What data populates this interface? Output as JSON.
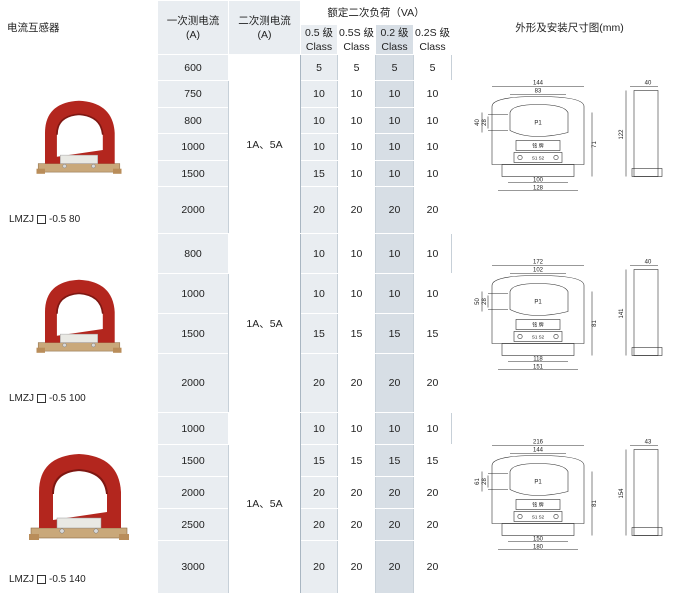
{
  "header": {
    "product_col": "电流互感器",
    "primary_line1": "一次测电流",
    "primary_line2": "(A)",
    "secondary_line1": "二次测电流",
    "secondary_line2": "(A)",
    "rated_load": "额定二次负荷（VA）",
    "classes": [
      {
        "line1": "0.5 级",
        "line2": "Class"
      },
      {
        "line1": "0.5S 级",
        "line2": "Class"
      },
      {
        "line1": "0.2 级",
        "line2": "Class"
      },
      {
        "line1": "0.2S 级",
        "line2": "Class"
      }
    ],
    "dimensions": "外形及安装尺寸图(mm)"
  },
  "products": [
    {
      "model_prefix": "LMZJ",
      "model_suffix": "-0.5  80",
      "secondary": "1A、5A",
      "rows": [
        {
          "primary": "600",
          "loads": [
            "5",
            "5",
            "5",
            "5"
          ]
        },
        {
          "primary": "750",
          "loads": [
            "10",
            "10",
            "10",
            "10"
          ]
        },
        {
          "primary": "800",
          "loads": [
            "10",
            "10",
            "10",
            "10"
          ]
        },
        {
          "primary": "1000",
          "loads": [
            "10",
            "10",
            "10",
            "10"
          ]
        },
        {
          "primary": "1500",
          "loads": [
            "15",
            "10",
            "10",
            "10"
          ]
        },
        {
          "primary": "2000",
          "loads": [
            "20",
            "20",
            "20",
            "20"
          ]
        }
      ],
      "dims": {
        "top_outer": "144",
        "top_inner": "83",
        "window_label": "P1",
        "left_a": "40",
        "left_b": "28",
        "right_h": "71",
        "bottom_inner": "100",
        "bottom_outer": "128",
        "side_w": "40",
        "side_h": "122",
        "plate_text": "铭 牌",
        "terminal_text": "S1  S2"
      }
    },
    {
      "model_prefix": "LMZJ",
      "model_suffix": "-0.5  100",
      "secondary": "1A、5A",
      "rows": [
        {
          "primary": "800",
          "loads": [
            "10",
            "10",
            "10",
            "10"
          ]
        },
        {
          "primary": "1000",
          "loads": [
            "10",
            "10",
            "10",
            "10"
          ]
        },
        {
          "primary": "1500",
          "loads": [
            "15",
            "15",
            "15",
            "15"
          ]
        },
        {
          "primary": "2000",
          "loads": [
            "20",
            "20",
            "20",
            "20"
          ]
        }
      ],
      "dims": {
        "top_outer": "172",
        "top_inner": "102",
        "window_label": "P1",
        "left_a": "50",
        "left_b": "28",
        "right_h": "81",
        "bottom_inner": "118",
        "bottom_outer": "151",
        "side_w": "40",
        "side_h": "141",
        "plate_text": "铭 牌",
        "terminal_text": "S1  S2"
      }
    },
    {
      "model_prefix": "LMZJ",
      "model_suffix": "-0.5  140",
      "secondary": "1A、5A",
      "rows": [
        {
          "primary": "1000",
          "loads": [
            "10",
            "10",
            "10",
            "10"
          ]
        },
        {
          "primary": "1500",
          "loads": [
            "15",
            "15",
            "15",
            "15"
          ]
        },
        {
          "primary": "2000",
          "loads": [
            "20",
            "20",
            "20",
            "20"
          ]
        },
        {
          "primary": "2500",
          "loads": [
            "20",
            "20",
            "20",
            "20"
          ]
        },
        {
          "primary": "3000",
          "loads": [
            "20",
            "20",
            "20",
            "20"
          ]
        }
      ],
      "dims": {
        "top_outer": "216",
        "top_inner": "144",
        "window_label": "P1",
        "left_a": "61",
        "left_b": "28",
        "right_h": "81",
        "bottom_inner": "150",
        "bottom_outer": "180",
        "side_w": "43",
        "side_h": "154",
        "plate_text": "铭 牌",
        "terminal_text": "S1  S2"
      }
    }
  ],
  "colors": {
    "header_text": "#2a7fc0",
    "cell_light": "#e9edf1",
    "cell_mid": "#d7dee5",
    "product_red": "#b3261e"
  }
}
